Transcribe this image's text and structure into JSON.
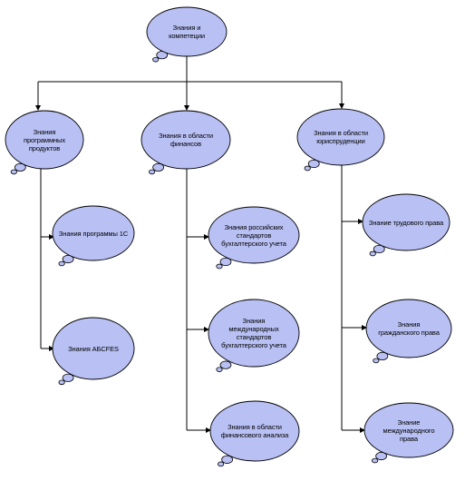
{
  "colors": {
    "bubble_fill": "#B8C0F4",
    "bubble_stroke": "#000000",
    "connector": "#000000",
    "background": "#FFFFFF"
  },
  "root": {
    "label": "Знания и\nкомпетеции"
  },
  "categories": [
    {
      "label": "Знания\nпрограммных\nпродуктов",
      "children": [
        {
          "label": "Знания программы 1С"
        },
        {
          "label": "Знания АБСFES"
        }
      ]
    },
    {
      "label": "Знания в области\nфинансов",
      "children": [
        {
          "label": "Знания российских\nстандартов\nбухгалтерского учета"
        },
        {
          "label": "Знания\nмеждународных\nстандартов\nбухгалтерского учета"
        },
        {
          "label": "Знания в области\nфинансового анализа"
        }
      ]
    },
    {
      "label": "Знания в области\nюриспруденции",
      "children": [
        {
          "label": "Знание трудового права"
        },
        {
          "label": "Знания\nгражданского права"
        },
        {
          "label": "Знание\nмеждународного\nправа"
        }
      ]
    }
  ]
}
